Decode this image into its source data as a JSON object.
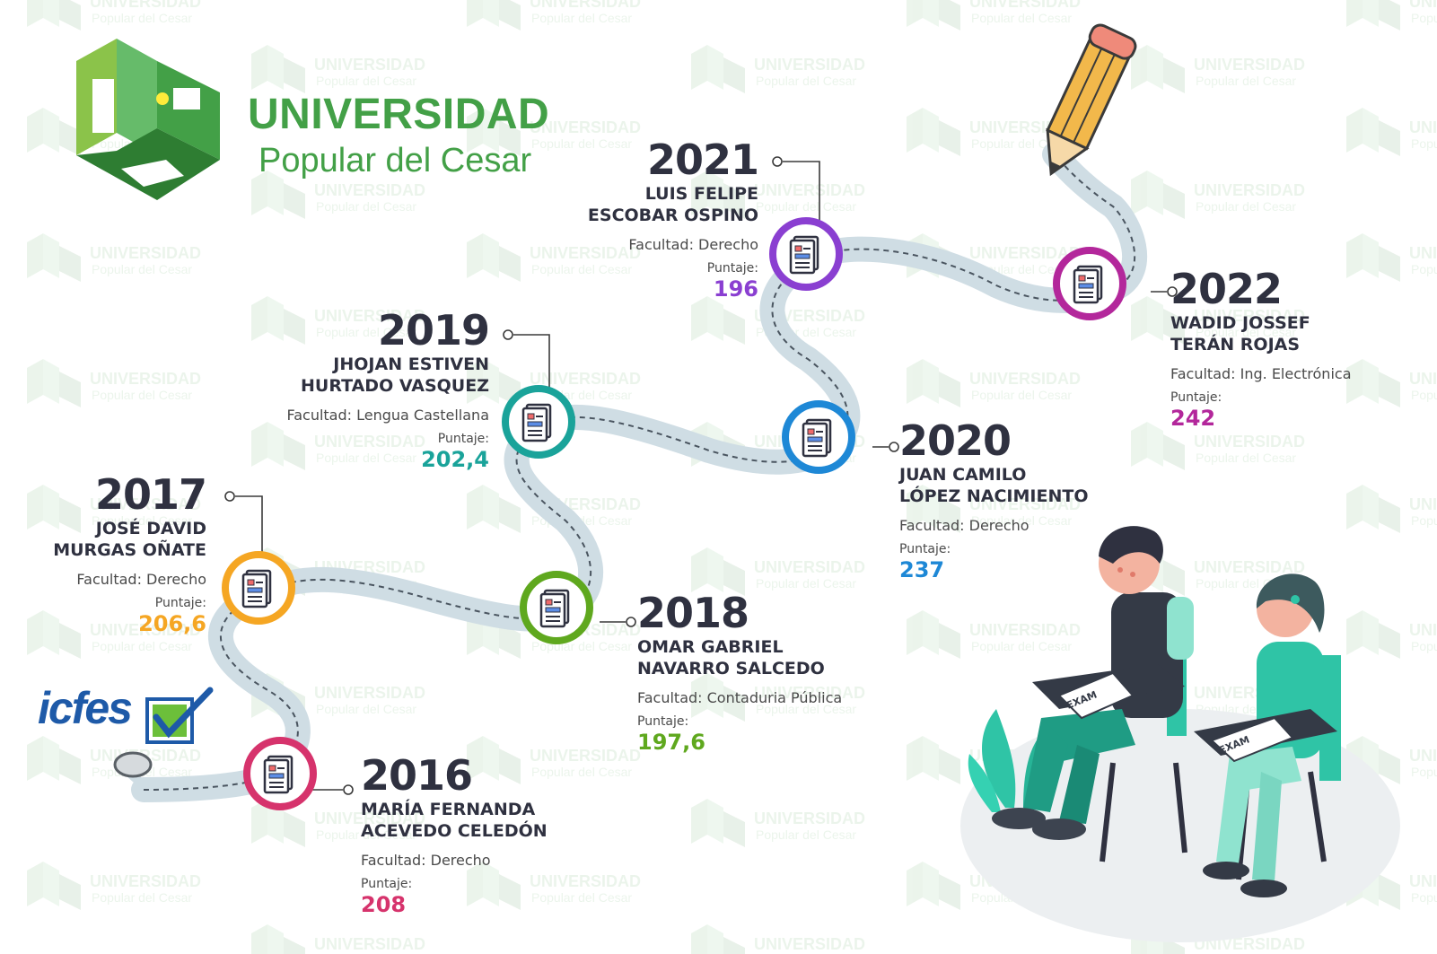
{
  "university": {
    "name_line1": "UNIVERSIDAD",
    "name_line2": "Popular del Cesar",
    "watermark_line1": "UNIVERSIDAD",
    "watermark_line2": "Popular del Cesar",
    "brand_color": "#43a047"
  },
  "icfes_logo": {
    "text": "icfes",
    "color": "#1e5aa8",
    "check_color": "#6cbf3a"
  },
  "puntaje_label": "Puntaje:",
  "entries": [
    {
      "year": "2016",
      "name_line1": "MARÍA FERNANDA",
      "name_line2": "ACEVEDO CELEDÓN",
      "faculty": "Facultad: Derecho",
      "score": "208",
      "color": "#d6336c"
    },
    {
      "year": "2017",
      "name_line1": "JOSÉ DAVID",
      "name_line2": "MURGAS OÑATE",
      "faculty": "Facultad: Derecho",
      "score": "206,6",
      "color": "#f5a623"
    },
    {
      "year": "2018",
      "name_line1": "OMAR GABRIEL",
      "name_line2": "NAVARRO SALCEDO",
      "faculty": "Facultad: Contaduria Pública",
      "score": "197,6",
      "color": "#5fa81e"
    },
    {
      "year": "2019",
      "name_line1": "JHOJAN ESTIVEN",
      "name_line2": "HURTADO VASQUEZ",
      "faculty": "Facultad: Lengua Castellana",
      "score": "202,4",
      "color": "#1aa39a"
    },
    {
      "year": "2020",
      "name_line1": "JUAN CAMILO",
      "name_line2": "LÓPEZ NACIMIENTO",
      "faculty": "Facultad: Derecho",
      "score": "237",
      "color": "#1e88d6"
    },
    {
      "year": "2021",
      "name_line1": "LUIS FELIPE",
      "name_line2": "ESCOBAR OSPINO",
      "faculty": "Facultad: Derecho",
      "score": "196",
      "color": "#8a3fd1"
    },
    {
      "year": "2022",
      "name_line1": "WADID JOSSEF",
      "name_line2": "TERÁN ROJAS",
      "faculty": "Facultad: Ing. Electrónica",
      "score": "242",
      "color": "#b3279b"
    }
  ],
  "illustration": {
    "desk_text": "EXAM"
  },
  "colors": {
    "road": "#cfdde4",
    "dark_text": "#2f3140"
  }
}
